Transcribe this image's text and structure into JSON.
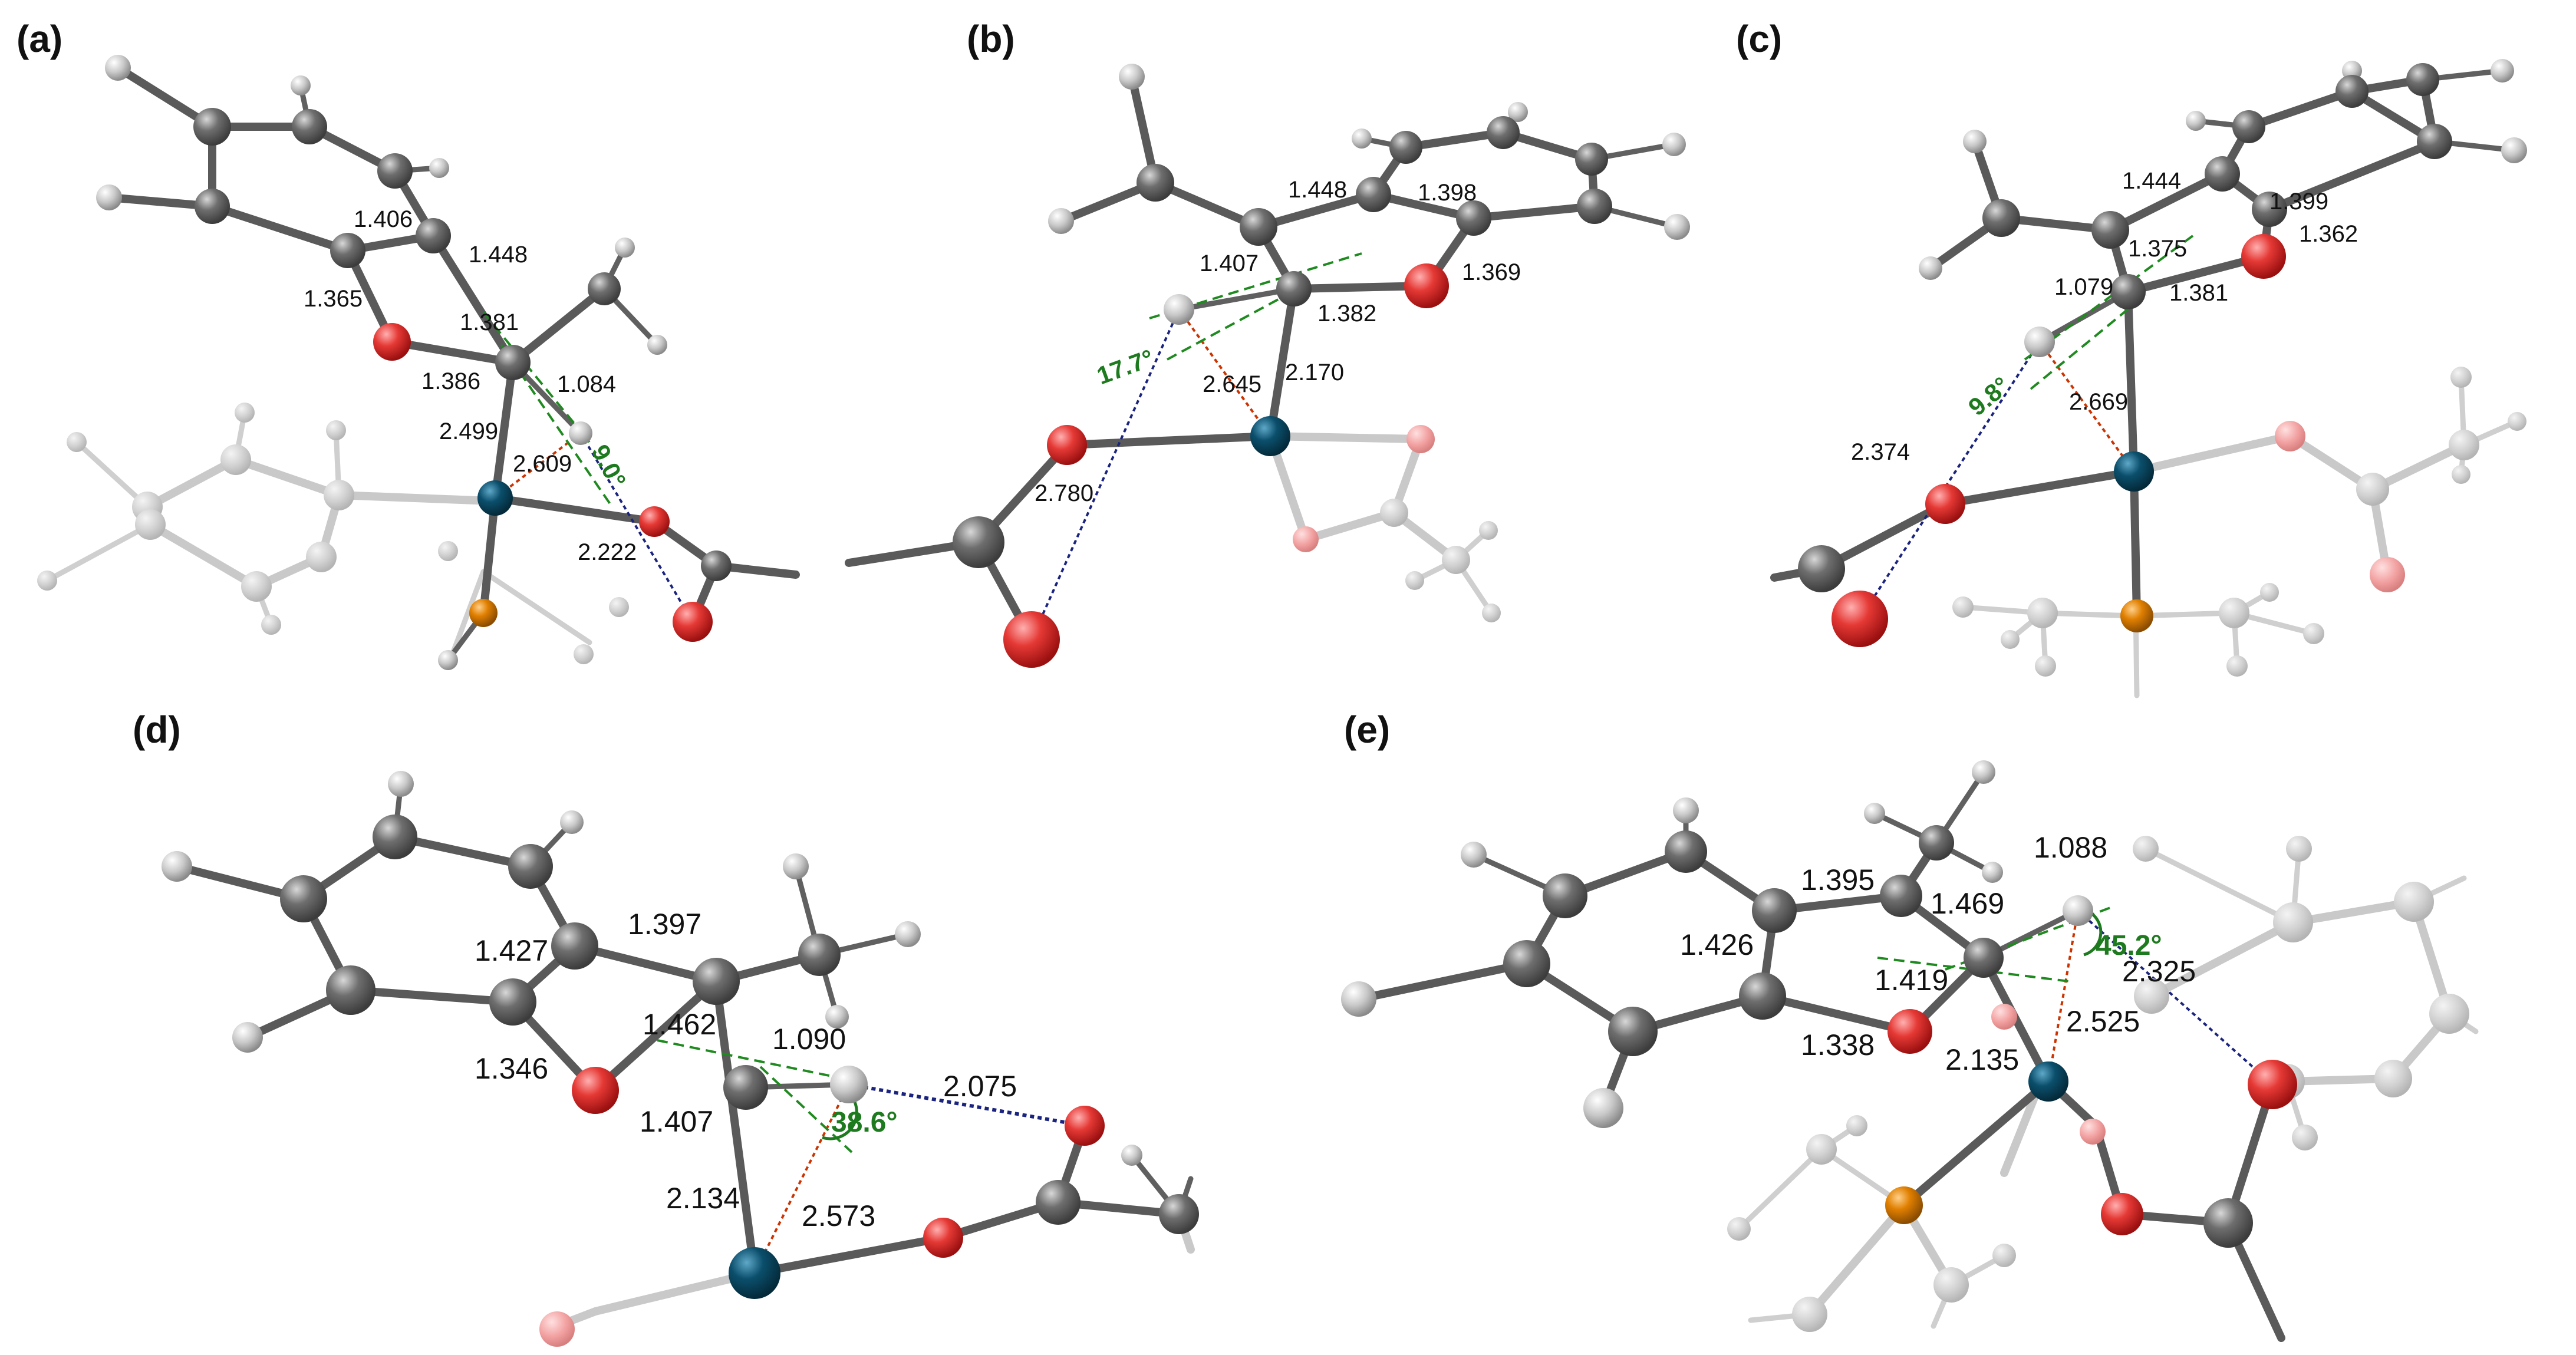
{
  "colors": {
    "carbon": "#6b6b6b",
    "hydrogen": "#d8d8d8",
    "oxygen": "#e53935",
    "palladium": "#0b4f6c",
    "phosphorus": "#e07f00",
    "ghost_atom": "#d0d0d0",
    "ghost_oxygen": "#f2a0a0",
    "angle_marker": "#1e7a1e",
    "interaction_agostic": "#cc3300",
    "interaction_hbond": "#1a237e"
  },
  "panels": {
    "a": {
      "label": "(a)",
      "distances": [
        "1.406",
        "1.448",
        "1.365",
        "1.381",
        "1.386",
        "1.084",
        "2.499",
        "2.609",
        "2.222"
      ],
      "angle": "9.0°"
    },
    "b": {
      "label": "(b)",
      "distances": [
        "1.448",
        "1.398",
        "1.407",
        "1.369",
        "1.382",
        "2.645",
        "2.170",
        "2.780"
      ],
      "angle": "17.7°"
    },
    "c": {
      "label": "(c)",
      "distances": [
        "1.444",
        "1.399",
        "1.375",
        "1.362",
        "1.079",
        "1.381",
        "2.669",
        "2.374"
      ],
      "angle": "9.8°"
    },
    "d": {
      "label": "(d)",
      "distances": [
        "1.427",
        "1.397",
        "1.462",
        "1.090",
        "2.075",
        "1.346",
        "1.407",
        "2.134",
        "2.573"
      ],
      "angle": "38.6°"
    },
    "e": {
      "label": "(e)",
      "distances": [
        "1.088",
        "1.395",
        "1.469",
        "1.426",
        "2.325",
        "1.419",
        "2.525",
        "1.338",
        "2.135"
      ],
      "angle": "45.2°"
    }
  }
}
